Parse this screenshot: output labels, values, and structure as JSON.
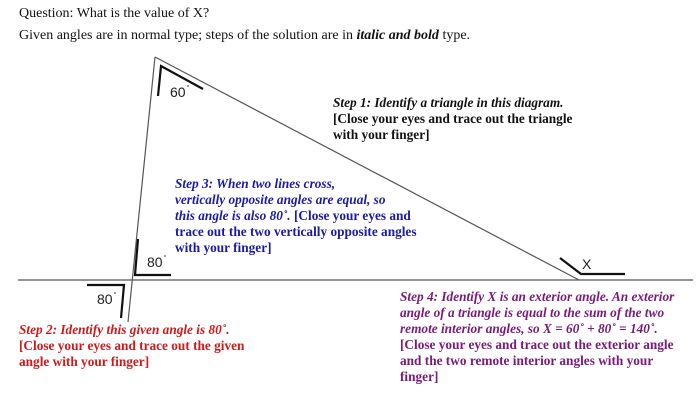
{
  "header": {
    "question": "Question: What is the value of X?",
    "instructions_prefix": "Given angles are in normal type; steps of the solution are in ",
    "instructions_emph": "italic and bold",
    "instructions_suffix": " type."
  },
  "diagram": {
    "angles": {
      "top_vertex": "60",
      "left_vertex_interior": "80",
      "left_vertex_opposite": "80",
      "exterior": "X"
    },
    "degree_symbol": "°",
    "colors": {
      "lines": "#555555",
      "angle_marks": "#111111",
      "step1": "#111111",
      "step2": "#d01a1a",
      "step3": "#1a1aa6",
      "step4": "#7a1a7a"
    }
  },
  "steps": {
    "step1": {
      "lines": [
        "Step 1: Identify a triangle in this diagram.",
        "[Close your eyes and trace out the triangle",
        "with your finger]"
      ]
    },
    "step2": {
      "lines": [
        "Step 2: Identify this given angle is 80˚.",
        "[Close your eyes and trace out the given",
        "angle with your finger]"
      ]
    },
    "step3": {
      "lines": [
        "Step 3: When two lines cross,",
        "vertically opposite angles are equal, so",
        " this angle is also 80˚.",
        " [Close your eyes and",
        "trace out the two vertically opposite angles",
        "with your finger]"
      ]
    },
    "step4": {
      "lines": [
        "Step 4: Identify X is an exterior angle. An exterior",
        "angle of a triangle is equal to the sum of the two",
        "remote interior angles, so X = 60˚ + 80˚ = 140˚.",
        "[Close your eyes and trace out the exterior angle",
        "and the two remote interior angles with your",
        "finger]"
      ]
    }
  }
}
